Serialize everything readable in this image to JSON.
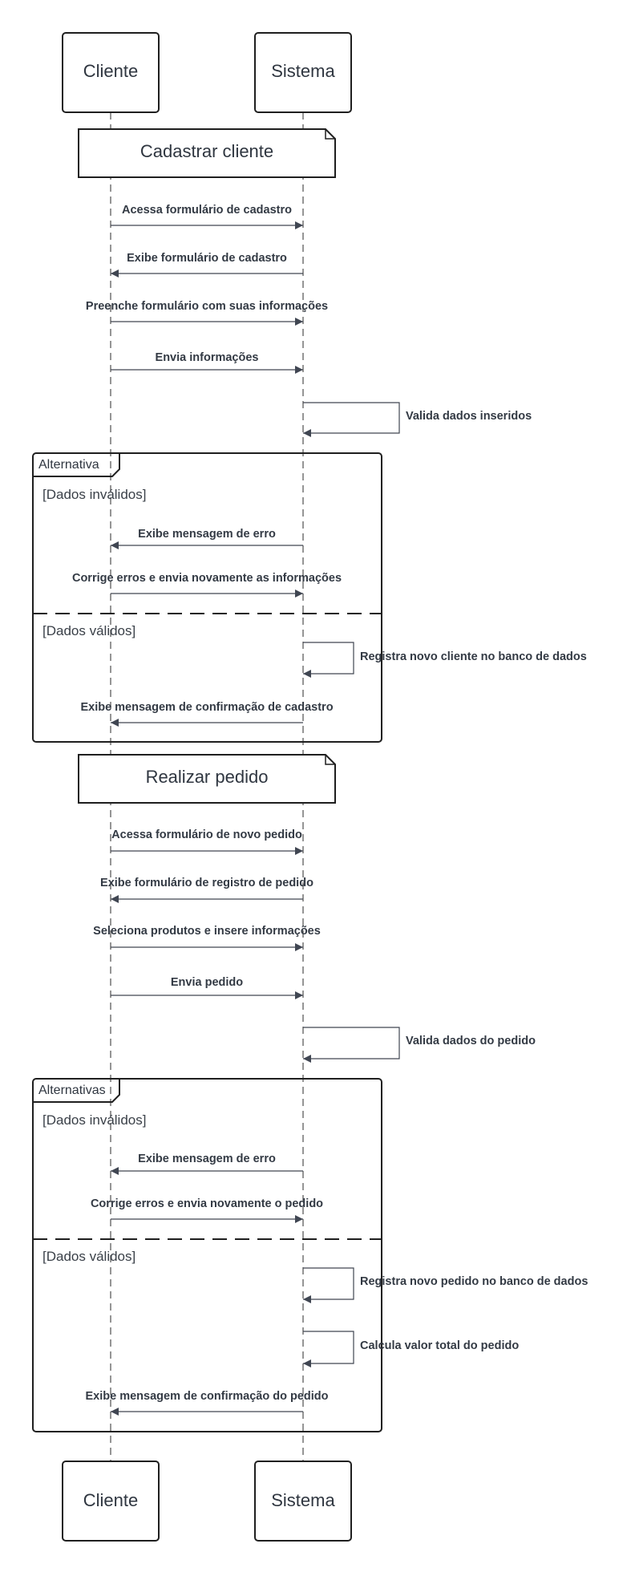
{
  "actors": [
    "Cliente",
    "Sistema"
  ],
  "notes": [
    "Cadastrar cliente",
    "Realizar pedido"
  ],
  "messages": [
    "Acessa formulário de cadastro",
    "Exibe formulário de cadastro",
    "Preenche formulário com suas informações",
    "Envia informações",
    "Valida dados inseridos",
    "Exibe mensagem de erro",
    "Corrige erros e envia novamente as informações",
    "Registra novo cliente no banco de dados",
    "Exibe mensagem de confirmação de cadastro",
    "Acessa formulário de novo pedido",
    "Exibe formulário de registro de pedido",
    "Seleciona produtos e insere informações",
    "Envia pedido",
    "Valida dados do pedido",
    "Exibe mensagem de erro",
    "Corrige erros e envia novamente o pedido",
    "Registra novo pedido no banco de dados",
    "Calcula valor total do pedido",
    "Exibe mensagem de confirmação do pedido"
  ],
  "frames": [
    {
      "title": "Alternativa",
      "guards": [
        "[Dados inválidos]",
        "[Dados válidos]"
      ]
    },
    {
      "title": "Alternativas",
      "guards": [
        "[Dados inválidos]",
        "[Dados válidos]"
      ]
    }
  ],
  "colors": {
    "line": "#1f1f1f",
    "lifeline": "#7b7b7b",
    "arrow": "#404652",
    "text": "#2f3640"
  }
}
